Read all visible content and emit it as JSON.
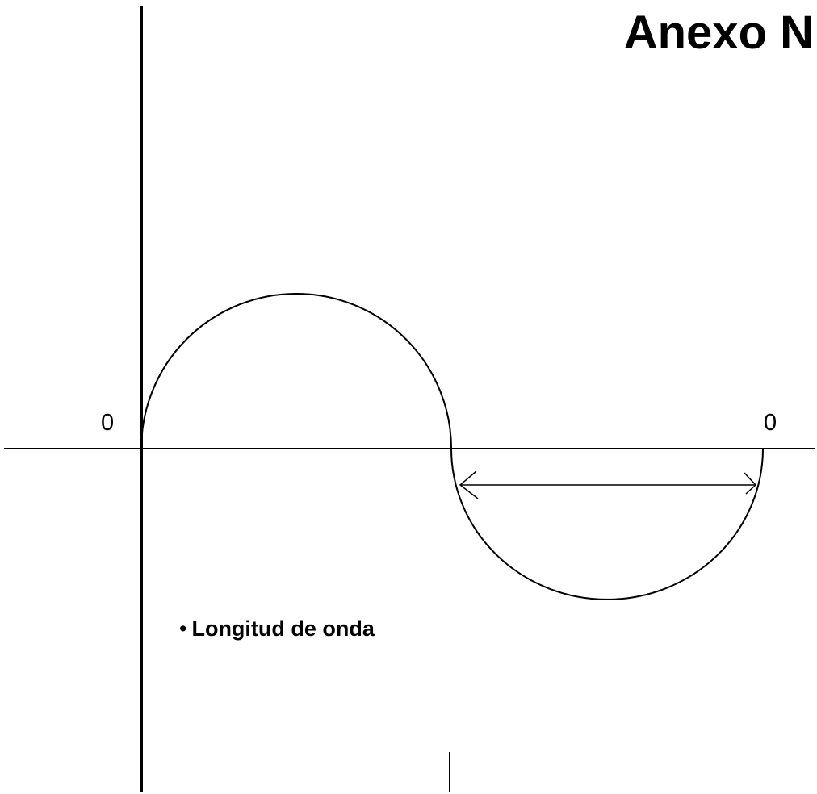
{
  "title": "Anexo N",
  "labels": {
    "origin_left": "0",
    "origin_right": "0"
  },
  "caption": {
    "bullet": "•",
    "text": "Longitud de onda"
  },
  "colors": {
    "stroke": "#000000",
    "background": "#ffffff"
  }
}
